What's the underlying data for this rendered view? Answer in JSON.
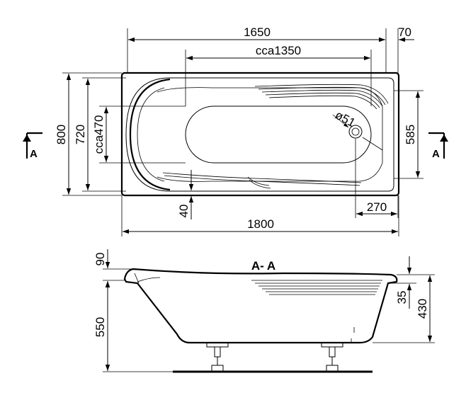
{
  "top_view": {
    "dims": {
      "length_inner": "1650",
      "overhang": "70",
      "basin_length": "cca1350",
      "width_outer": "800",
      "width_inner": "720",
      "basin_width": "cca470",
      "drain_diameter": "ø51",
      "drain_spacing": "585",
      "rim_offset": "40",
      "drain_offset": "270",
      "length_outer": "1800"
    },
    "section_marker_left": "A",
    "section_marker_right": "A"
  },
  "side_view": {
    "title": "A- A",
    "dims": {
      "rim_height": "90",
      "total_height": "550",
      "rim_depth": "35",
      "tub_depth": "430"
    }
  }
}
